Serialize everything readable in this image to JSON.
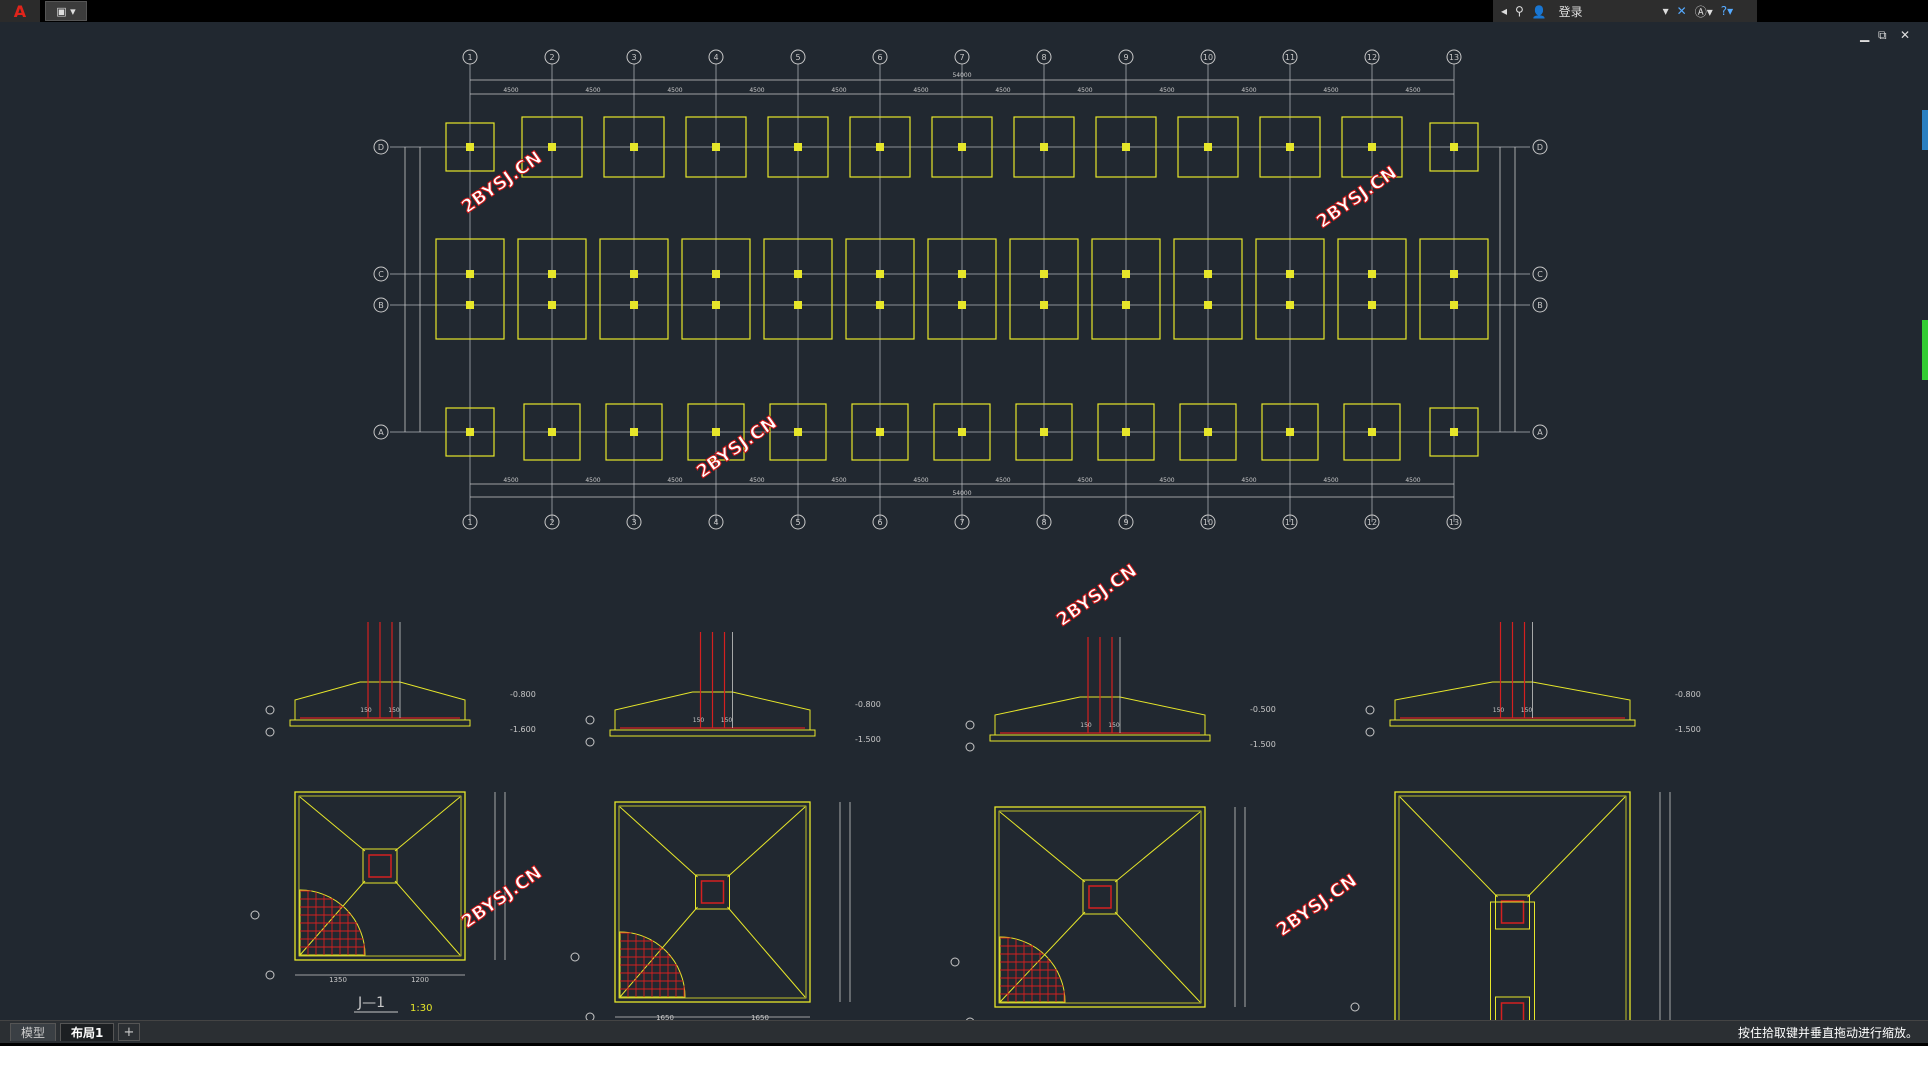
{
  "titlebar": {
    "app_icon": "autocad-logo-icon",
    "quick_access": "quick-access-menu-icon",
    "login_label": "登录"
  },
  "grid": {
    "axis_numbers": [
      "1",
      "2",
      "3",
      "4",
      "5",
      "6",
      "7",
      "8",
      "9",
      "10",
      "11",
      "12",
      "13"
    ],
    "axis_letters": [
      "D",
      "C",
      "B",
      "A"
    ],
    "total_dim": "54000",
    "bay_dims": [
      "4500",
      "4500",
      "4500",
      "4500",
      "4500",
      "4500",
      "4500",
      "4500",
      "4500",
      "4500",
      "4500",
      "4500"
    ]
  },
  "watermarks": [
    "2BYSJ.CN",
    "2BYSJ.CN",
    "2BYSJ.CN",
    "2BYSJ.CN",
    "2BYSJ.CN",
    "2BYSJ.CN"
  ],
  "details": {
    "elev_top": [
      "-0.800",
      "-0.800",
      "-0.500",
      "-0.800"
    ],
    "elev_bottom": [
      "-1.600",
      "-1.500",
      "-1.500",
      "-1.500"
    ],
    "dim_150": "150",
    "label_j1": "J—1",
    "scale": "1:30",
    "dim_1350": "1350",
    "dim_1200": "1200",
    "dim_1650": "1650"
  },
  "tabs": {
    "model": "模型",
    "layout1": "布局1",
    "add": "+"
  },
  "status": "按住拾取键并垂直拖动进行缩放。"
}
